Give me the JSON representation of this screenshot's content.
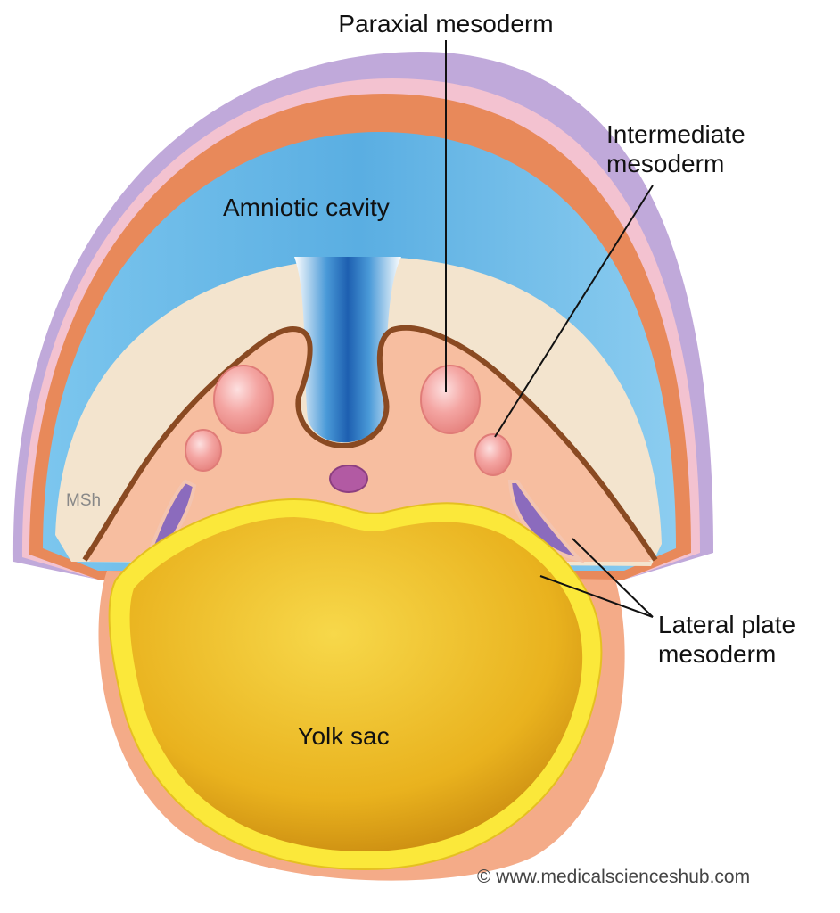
{
  "labels": {
    "paraxial": "Paraxial mesoderm",
    "intermediate_line1": "Intermediate",
    "intermediate_line2": "mesoderm",
    "amniotic": "Amniotic cavity",
    "msh": "MSh",
    "lateral_line1": "Lateral plate",
    "lateral_line2": "mesoderm",
    "yolk": "Yolk sac"
  },
  "copyright": "© www.medicalscienceshub.com",
  "colors": {
    "purple": "#b9a3d6",
    "orange": "#e98d5e",
    "blue": "#5fb6e6",
    "beige": "#f3e6d2",
    "peach": "#f6b796",
    "brown": "#8a4a22",
    "yolk": "#f2c42a",
    "yolk_rim": "#fbea3a",
    "somite": "#f08d8d",
    "notochord": "#b25aa3"
  }
}
